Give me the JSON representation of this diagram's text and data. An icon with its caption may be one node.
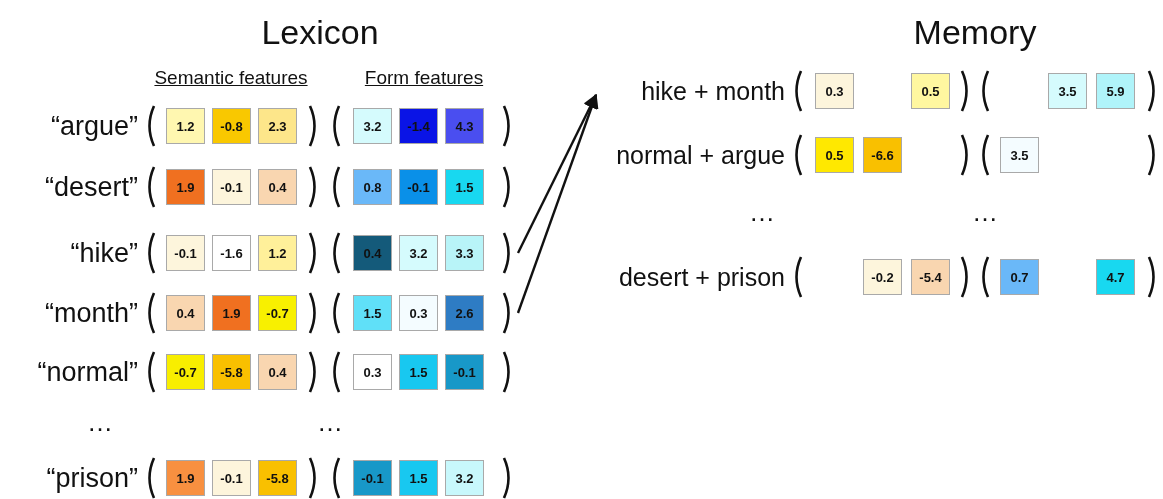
{
  "diagram": {
    "nodes": [
      {
        "text": [
          "“argue”"
        ]
      },
      {
        "text": [
          "1.2"
        ],
        "in": 0
      },
      {
        "text": [
          "-0.8"
        ],
        "in": 0
      },
      {
        "text": [
          "2.3"
        ],
        "in": 0
      },
      {
        "text": [
          "3.2"
        ],
        "in": 0
      },
      {
        "text": [
          "-1.4"
        ],
        "in": 0
      },
      {
        "text": [
          "4.3"
        ],
        "in": 0
      },
      {
        "text": [
          "“desert”"
        ]
      },
      {
        "text": [
          "1.9"
        ],
        "in": 7
      },
      {
        "text": [
          "-0.1"
        ],
        "in": 7
      },
      {
        "text": [
          "0.4"
        ],
        "in": 7
      },
      {
        "text": [
          "0.8"
        ],
        "in": 7
      },
      {
        "text": [
          "-0.1"
        ],
        "in": 7
      },
      {
        "text": [
          "1.5"
        ],
        "in": 7
      },
      {
        "text": [
          "“hike”"
        ]
      },
      {
        "text": [
          "-0.1"
        ],
        "in": 14
      },
      {
        "text": [
          "-1.6"
        ],
        "in": 14
      },
      {
        "text": [
          "1.2"
        ],
        "in": 14
      },
      {
        "text": [
          "0.4"
        ],
        "in": 14
      },
      {
        "text": [
          "3.2"
        ],
        "in": 14
      },
      {
        "text": [
          "3.3"
        ],
        "in": 14
      },
      {
        "text": [
          "“month”"
        ]
      },
      {
        "text": [
          "0.4"
        ],
        "in": 21
      },
      {
        "text": [
          "1.9"
        ],
        "in": 21
      },
      {
        "text": [
          "-0.7"
        ],
        "in": 21
      },
      {
        "text": [
          "1.5"
        ],
        "in": 21
      },
      {
        "text": [
          "0.3"
        ],
        "in": 21
      },
      {
        "text": [
          "2.6"
        ],
        "in": 21
      },
      {
        "text": [
          "“normal”"
        ]
      },
      {
        "text": [
          "-0.7"
        ],
        "in": 28
      },
      {
        "text": [
          "-5.8"
        ],
        "in": 28
      },
      {
        "text": [
          "0.4"
        ],
        "in": 28
      },
      {
        "text": [
          "0.3"
        ],
        "in": 28
      },
      {
        "text": [
          "1.5"
        ],
        "in": 28
      },
      {
        "text": [
          "-0.1"
        ],
        "in": 28
      },
      {
        "text": [
          "“prison”"
        ]
      },
      {
        "text": [
          "1.9"
        ],
        "in": 35
      },
      {
        "text": [
          "-0.1"
        ],
        "in": 35
      },
      {
        "text": [
          "-5.8"
        ],
        "in": 35
      },
      {
        "text": [
          "-0.1"
        ],
        "in": 35
      },
      {
        "text": [
          "1.5"
        ],
        "in": 35
      },
      {
        "text": [
          "3.2"
        ],
        "in": 35
      },
      {
        "text": [
          "hike + month"
        ]
      },
      {
        "text": [
          "0.3"
        ],
        "in": 42
      },
      {
        "text": [
          "0.5"
        ],
        "in": 42
      },
      {
        "text": [
          "3.5"
        ],
        "in": 42
      },
      {
        "text": [
          "5.9"
        ],
        "in": 42
      },
      {
        "text": [
          "normal + argue"
        ]
      },
      {
        "text": [
          "0.5"
        ],
        "in": 47
      },
      {
        "text": [
          "-6.6"
        ],
        "in": 47
      },
      {
        "text": [
          "3.5"
        ],
        "in": 47
      },
      {
        "text": [
          "desert + prison"
        ]
      },
      {
        "text": [
          "-0.2"
        ],
        "in": 51
      },
      {
        "text": [
          "-5.4"
        ],
        "in": 51
      },
      {
        "text": [
          "0.7"
        ],
        "in": 51
      },
      {
        "text": [
          "4.7"
        ],
        "in": 51
      }
    ],
    "edges": [
      {
        "from": 14,
        "to": 42,
        "arrow": "to"
      },
      {
        "from": 21,
        "to": 42,
        "arrow": "to"
      }
    ],
    "labels": [
      "Lexicon",
      "Memory",
      "Semantic features",
      "Form features",
      "…",
      "…",
      "…",
      "…"
    ]
  }
}
